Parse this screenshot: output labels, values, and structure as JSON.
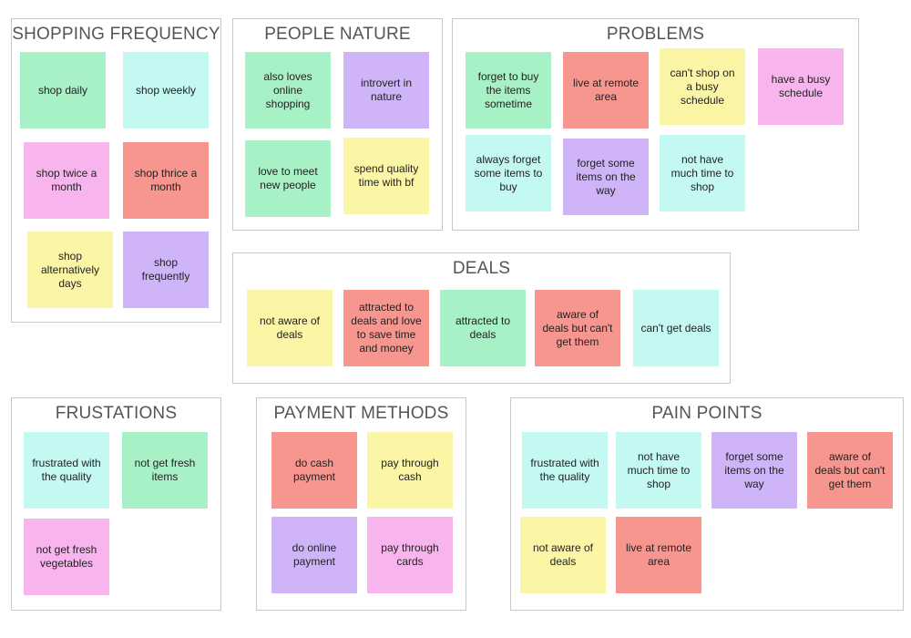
{
  "colors": {
    "green": "#a8f0c6",
    "cyan": "#c4f8f3",
    "pink": "#f8b4ec",
    "red": "#f7968f",
    "yellow": "#fbf6a6",
    "purple": "#cfb4f8",
    "frame_border": "#c8c8c8",
    "title": "#555555"
  },
  "shopping_frequency": {
    "title": "SHOPPING FREQUENCY",
    "notes": [
      "shop daily",
      "shop weekly",
      "shop twice a month",
      "shop thrice a month",
      "shop alternatively days",
      "shop frequently"
    ]
  },
  "people_nature": {
    "title": "PEOPLE NATURE",
    "notes": [
      "also loves online shopping",
      "introvert in nature",
      "love to meet new people",
      "spend quality time with bf"
    ]
  },
  "problems": {
    "title": "PROBLEMS",
    "notes": [
      "forget to buy the items sometime",
      "live at remote area",
      "can't shop on a busy schedule",
      "have a busy schedule",
      "always forget some items to buy",
      "forget some items on the way",
      "not have much time to shop"
    ]
  },
  "deals": {
    "title": "DEALS",
    "notes": [
      "not aware of deals",
      "attracted to deals and love to save time and money",
      "attracted to deals",
      "aware of deals but can't get them",
      "can't get deals"
    ]
  },
  "frustations": {
    "title": "FRUSTATIONS",
    "notes": [
      "frustrated with the quality",
      "not get fresh items",
      "not get fresh vegetables"
    ]
  },
  "payment_methods": {
    "title": "PAYMENT METHODS",
    "notes": [
      "do cash payment",
      "pay through cash",
      "do online payment",
      "pay through cards"
    ]
  },
  "pain_points": {
    "title": "PAIN POINTS",
    "notes": [
      "frustrated with the quality",
      "not have much time to shop",
      "forget some items on the way",
      "aware of deals but can't get them",
      "not aware of deals",
      "live at remote area"
    ]
  }
}
